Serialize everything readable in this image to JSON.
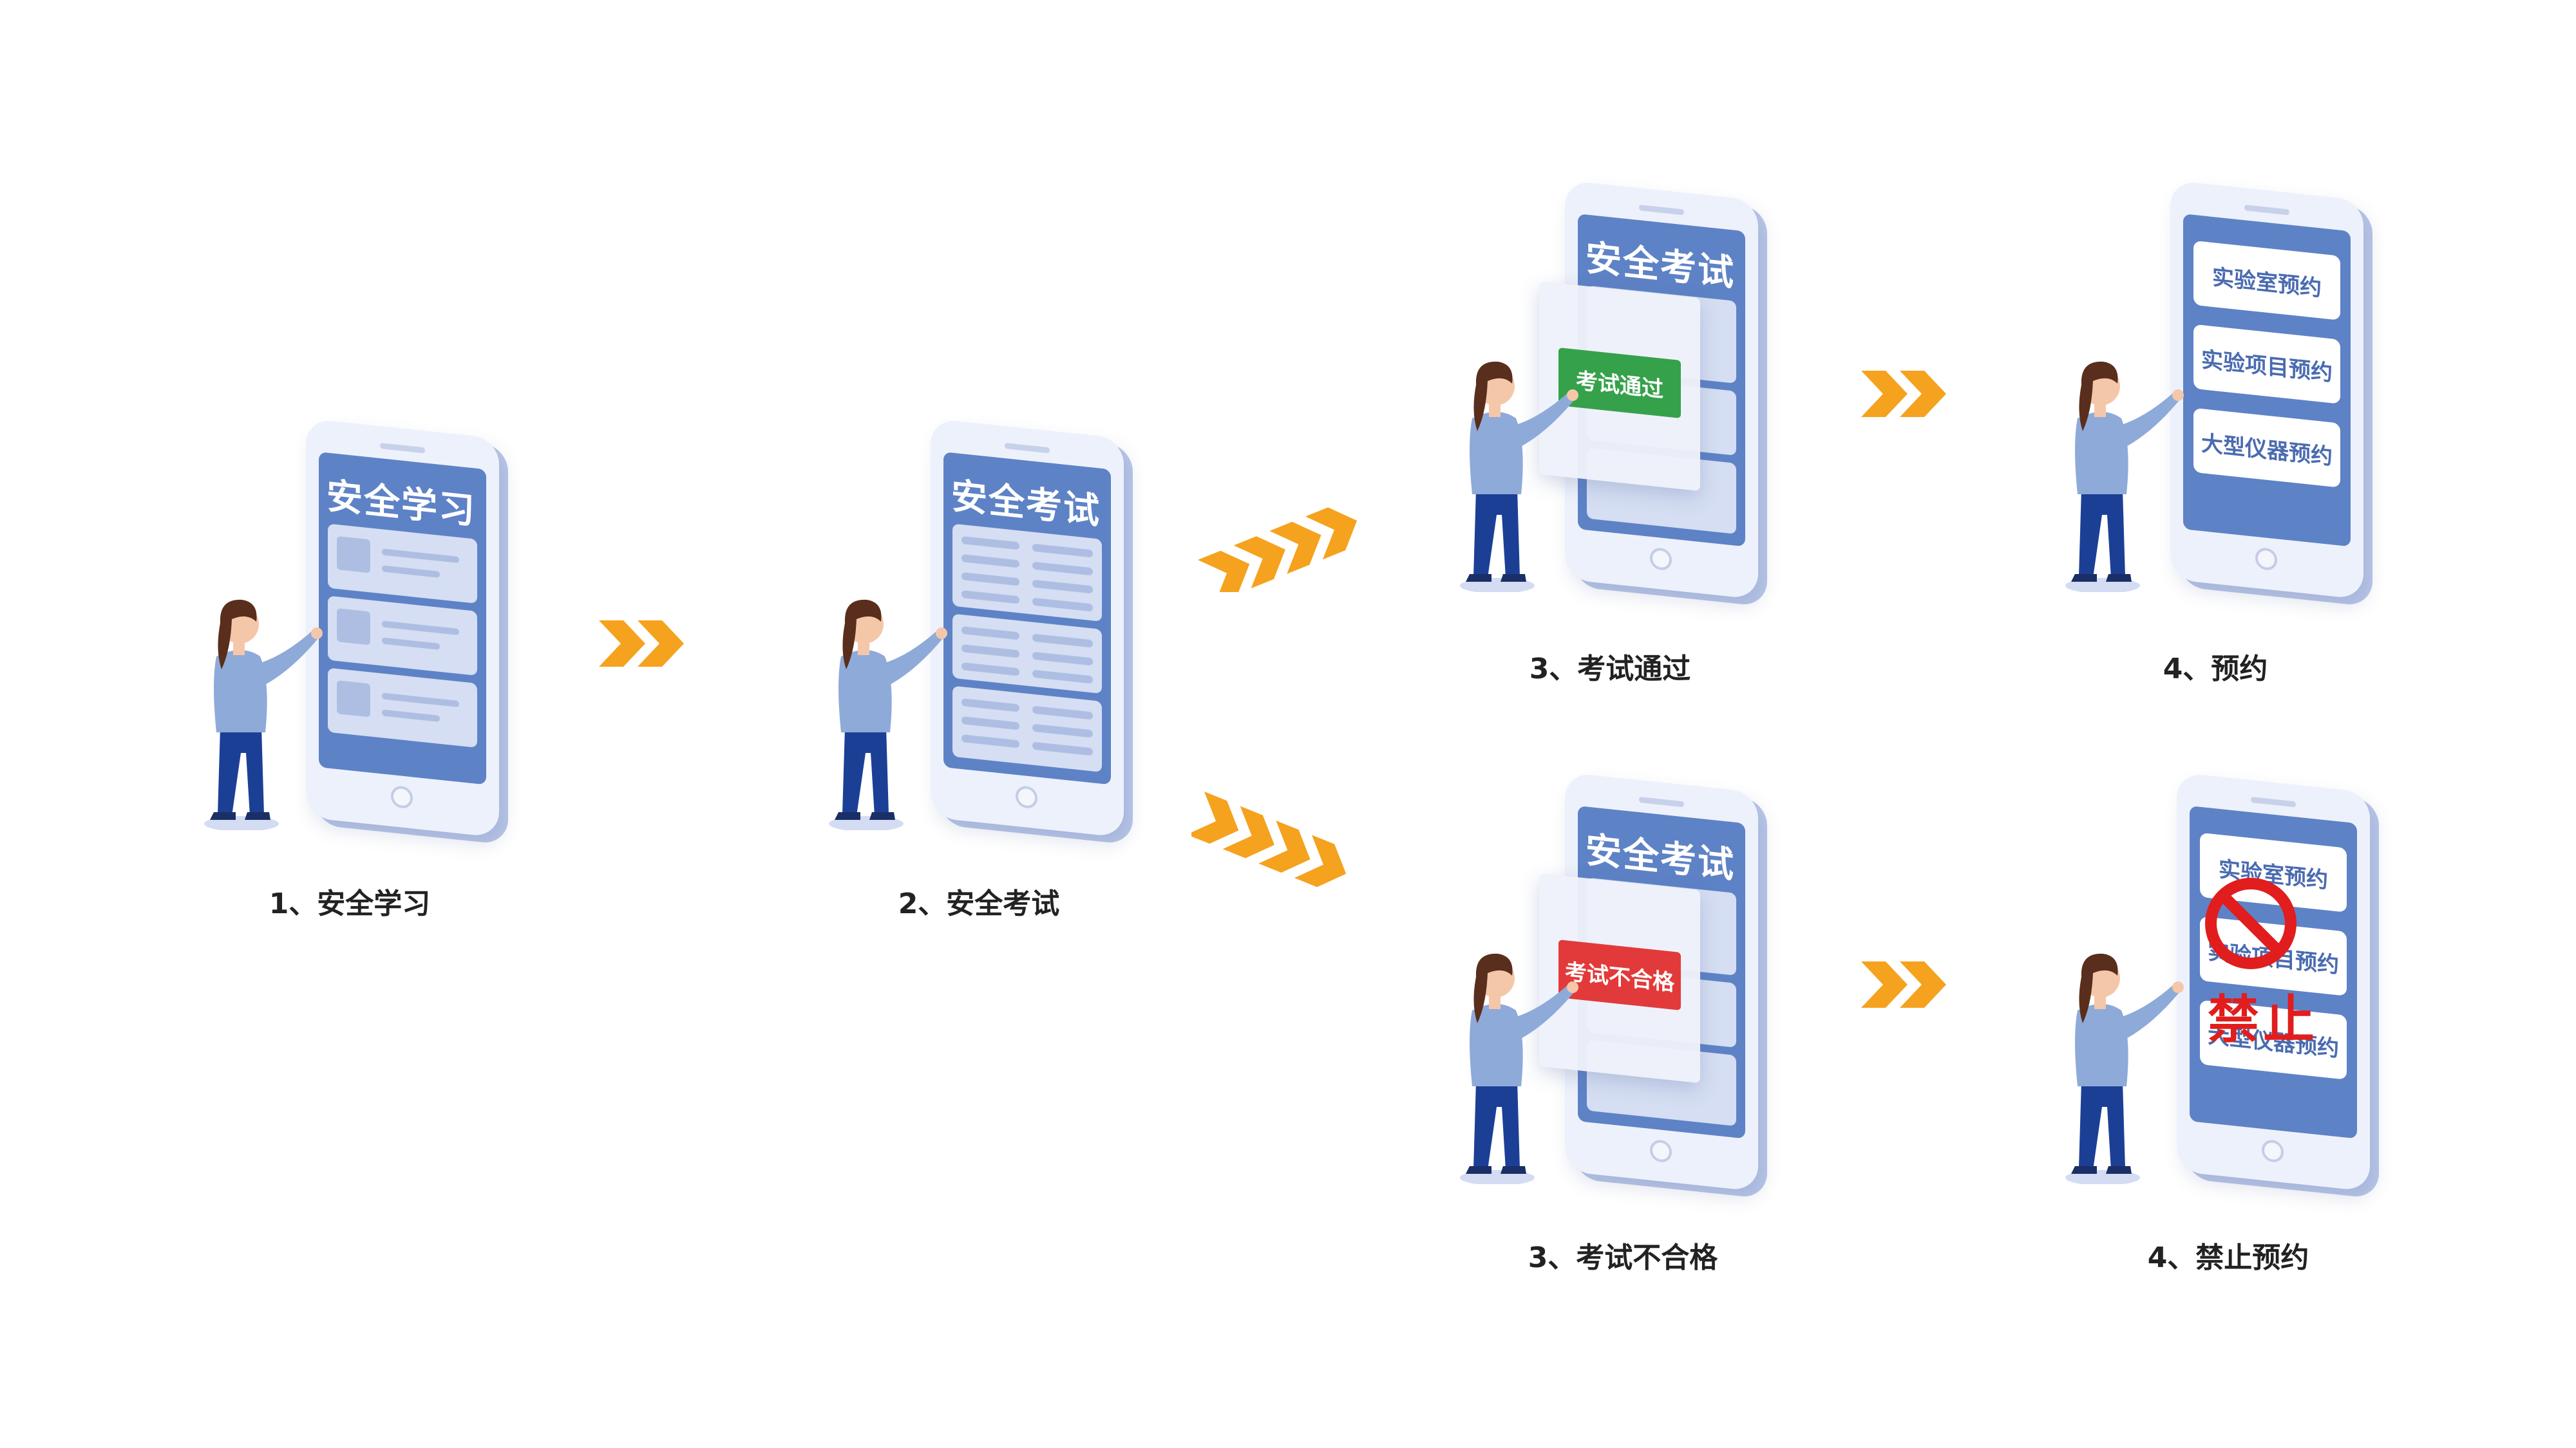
{
  "steps": [
    {
      "caption": "1、安全学习",
      "screen_title": "安全学习"
    },
    {
      "caption": "2、安全考试",
      "screen_title": "安全考试"
    },
    {
      "caption": "3、考试通过",
      "screen_title": "安全考试",
      "badge": "考试通过"
    },
    {
      "caption": "4、预约",
      "menu": [
        "实验室预约",
        "实验项目预约",
        "大型仪器预约"
      ]
    },
    {
      "caption": "3、考试不合格",
      "screen_title": "安全考试",
      "badge": "考试不合格"
    },
    {
      "caption": "4、禁止预约",
      "menu": [
        "实验室预约",
        "实验项目预约",
        "大型仪器预约"
      ],
      "forbid_label": "禁止"
    }
  ],
  "colors": {
    "phone_screen": "#5e82c6",
    "arrow": "#f5a21e",
    "pass": "#35a14a",
    "fail": "#e23a3a",
    "forbid": "#e11d1d"
  },
  "icons": [
    "chevron-arrow-icon",
    "person-figure",
    "forbidden-sign-icon"
  ]
}
